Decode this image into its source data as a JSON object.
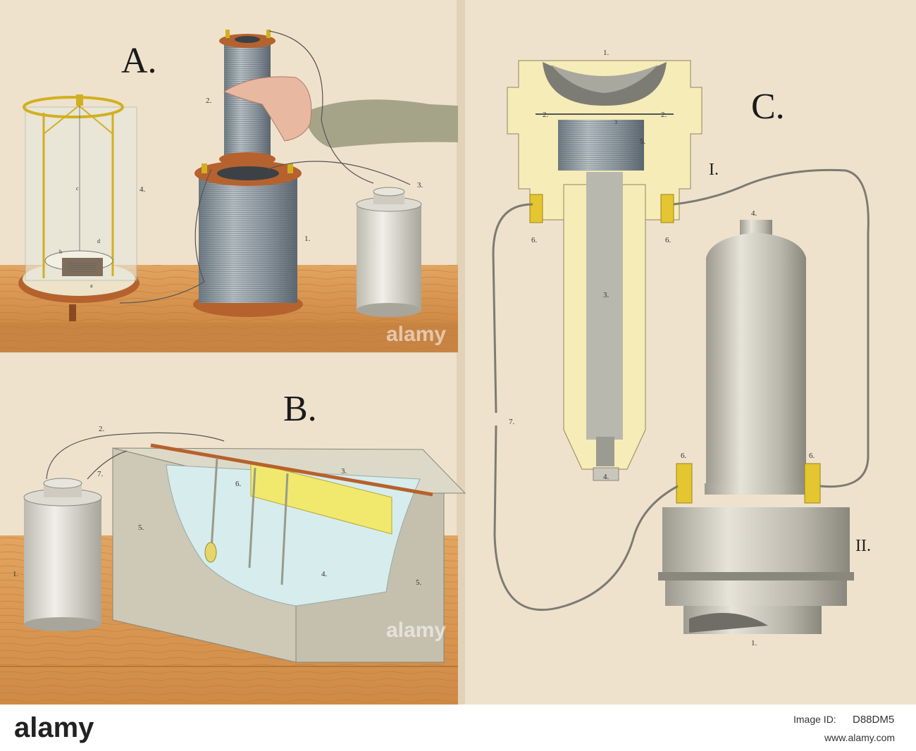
{
  "plates": {
    "a": {
      "letter": "A."
    },
    "b": {
      "letter": "B."
    },
    "c": {
      "letter": "C."
    }
  },
  "roman": {
    "i": "I.",
    "ii": "II."
  },
  "labels": {
    "a": {
      "n1": "1.",
      "n2": "2.",
      "n3": "3.",
      "n4": "4.",
      "ca": "a",
      "cb": "b",
      "cc": "c",
      "cd": "d"
    },
    "b": {
      "n1": "1.",
      "n2": "2.",
      "n3": "3.",
      "n4": "4.",
      "n5a": "5.",
      "n5b": "5.",
      "n6": "6.",
      "n7": "7."
    },
    "c": {
      "n1top": "1.",
      "n2l": "2.",
      "n2r": "2.",
      "n3small": "3",
      "n5": "5.",
      "n6l": "6.",
      "n6r": "6.",
      "n3": "3.",
      "n4": "4.",
      "n4top": "4.",
      "n6bl": "6.",
      "n6br": "6.",
      "n7": "7.",
      "n1bot": "1."
    }
  },
  "watermark": {
    "text": "alamy"
  },
  "stock_band": {
    "logo": "alamy",
    "image_id": "D88DM5",
    "url": "www.alamy.com",
    "caption_prefix": "Image ID:"
  },
  "colors": {
    "paper": "#efe2cc",
    "wood": "#d9984f",
    "copper": "#b7612c",
    "brass": "#d8c23a",
    "coil": "#8f9aa3",
    "cream": "#f6ecb8",
    "metal": "#c9c6bb",
    "water": "#d7ecec"
  }
}
